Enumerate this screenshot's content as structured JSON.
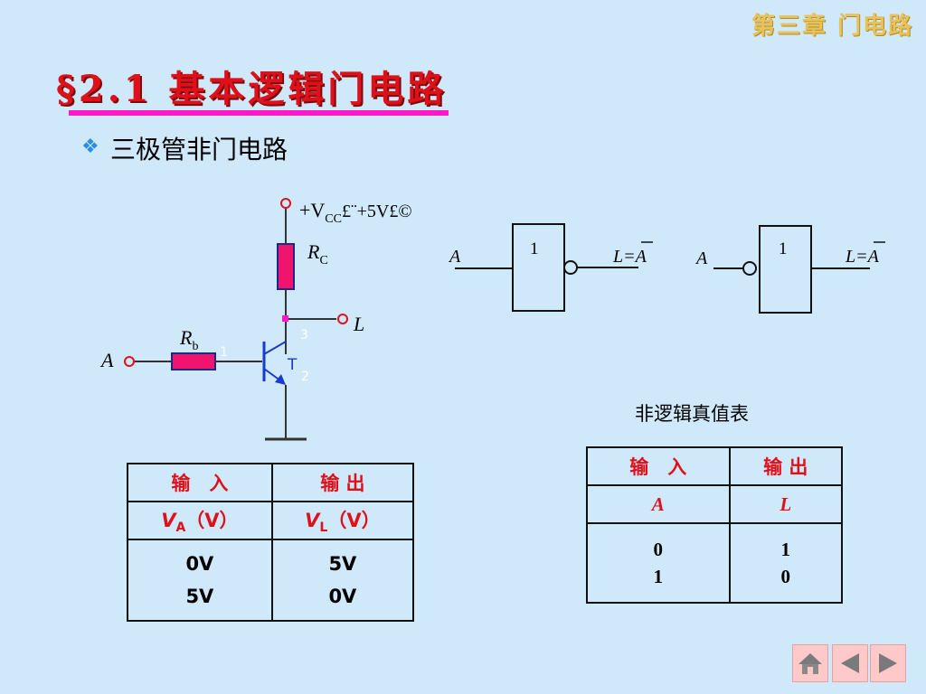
{
  "header": {
    "chapter": "第三章 门电路",
    "title": "§2.1 基本逻辑门电路"
  },
  "subtitle": "三极管非门电路",
  "circuit": {
    "vcc_label": "+V",
    "vcc_sub": "CC",
    "vcc_rest": "£¨+5V£©",
    "rc_label": "R",
    "rc_sub": "C",
    "rb_label": "R",
    "rb_sub": "b",
    "input_label": "A",
    "output_label": "L",
    "transistor_label": "T",
    "pin1": "1",
    "pin2": "2",
    "pin3": "3"
  },
  "gates": {
    "gate1": {
      "input": "A",
      "symbol": "1",
      "output": "L=A"
    },
    "gate2": {
      "input": "A",
      "symbol": "1",
      "output": "L=A"
    }
  },
  "table1": {
    "header_in": "输　入",
    "header_out": "输  出",
    "in_unit_var": "V",
    "in_unit_sub": "A",
    "in_unit_rest": "（V）",
    "out_unit_var": "V",
    "out_unit_sub": "L",
    "out_unit_rest": "（V）",
    "in_values": [
      "0V",
      "5V"
    ],
    "out_values": [
      "5V",
      "0V"
    ]
  },
  "table2": {
    "caption": "非逻辑真值表",
    "header_in": "输　入",
    "header_out": "输 出",
    "var_in": "A",
    "var_out": "L",
    "in_values": [
      "0",
      "1"
    ],
    "out_values": [
      "1",
      "0"
    ]
  },
  "nav": {
    "home": "home-icon",
    "prev": "prev-arrow-icon",
    "next": "next-arrow-icon"
  }
}
